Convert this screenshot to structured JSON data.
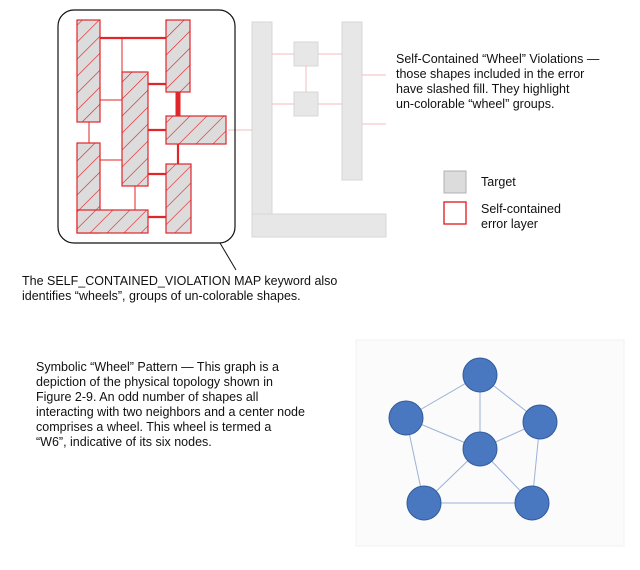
{
  "callout_right": "Self-Contained “Wheel” Violations —\nthose shapes included in the error\nhave slashed fill. They highlight\nun-colorable “wheel” groups.",
  "callout_bottom": "The SELF_CONTAINED_VIOLATION MAP keyword also\nidentifies “wheels”, groups of un-colorable shapes.",
  "legend": {
    "target_label": "Target",
    "error_label": "Self-contained\nerror layer",
    "target_color": "#dcdcdc",
    "error_color": "#e0262a"
  },
  "symbolic_text": "Symbolic “Wheel” Pattern — This graph is a\ndepiction of the physical topology shown in\nFigure 2-9. An odd number of shapes all\ninteracting with two neighbors and a center node\ncomprises a wheel. This wheel is termed a\n“W6”, indicative of its six nodes.",
  "graph": {
    "node_color": "#4a78c0",
    "node_stroke": "#2f5a9c",
    "edge_color": "#9bb2d8"
  }
}
